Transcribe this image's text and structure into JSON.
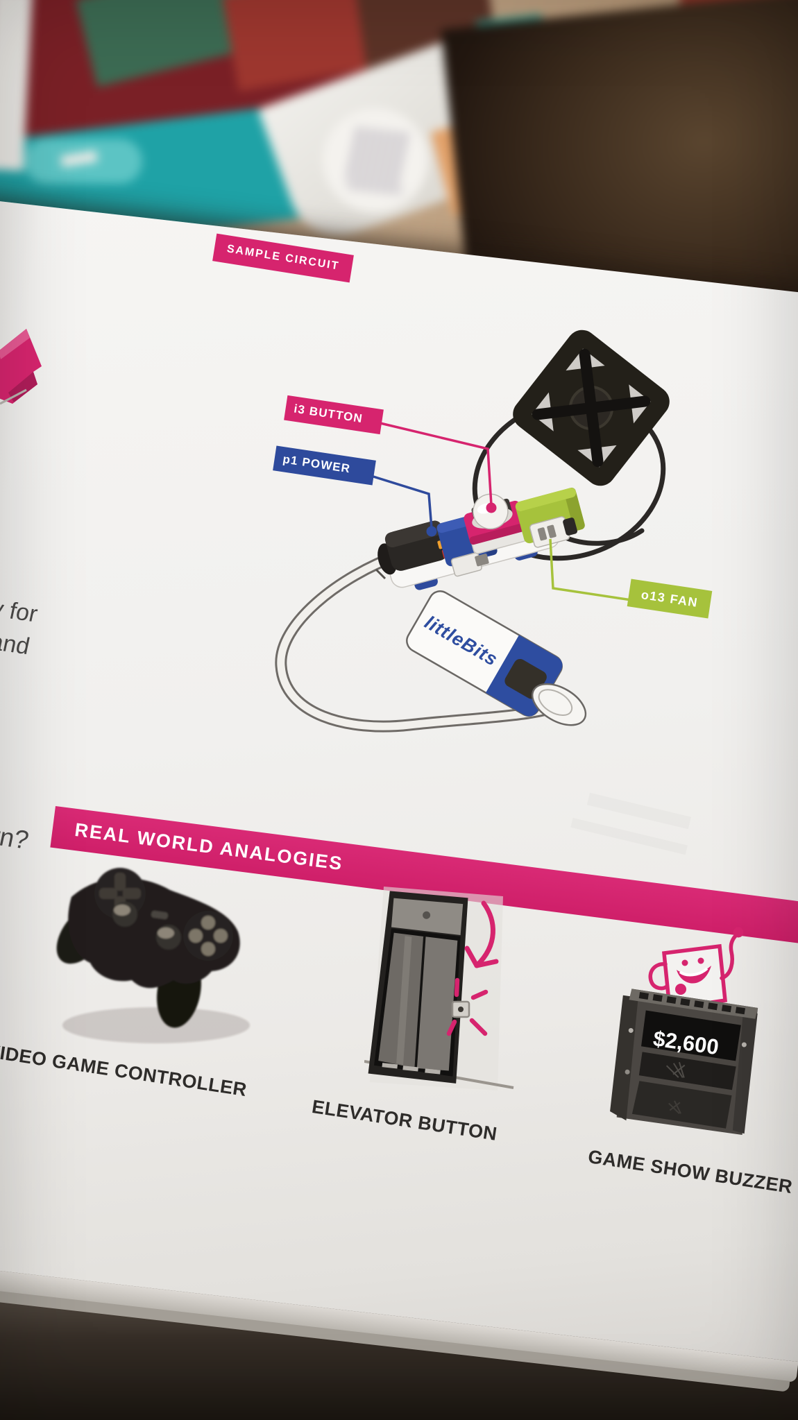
{
  "photo": {
    "booklet_page": {
      "sample_circuit": {
        "banner_label": "SAMPLE CIRCUIT",
        "callouts": {
          "button": {
            "label": "i3 BUTTON",
            "color": "#d6246e"
          },
          "power": {
            "label": "p1 POWER",
            "color": "#2e4a9c"
          },
          "fan": {
            "label": "o13 FAN",
            "color": "#a6c23c"
          }
        },
        "battery_brand": "littleBits"
      },
      "left_margin_fragments": {
        "line_1": "y for",
        "line_2": "and",
        "line_3": "rn?"
      },
      "real_world_analogies": {
        "banner_label": "REAL WORLD ANALOGIES",
        "items": [
          {
            "caption": "VIDEO GAME CONTROLLER"
          },
          {
            "caption": "ELEVATOR BUTTON"
          },
          {
            "caption": "GAME SHOW BUZZER",
            "buzzer_display": "$2,600"
          }
        ]
      }
    },
    "colors": {
      "accent_pink": "#d6246e",
      "accent_blue": "#2e4a9c",
      "accent_green": "#a6c23c"
    }
  }
}
